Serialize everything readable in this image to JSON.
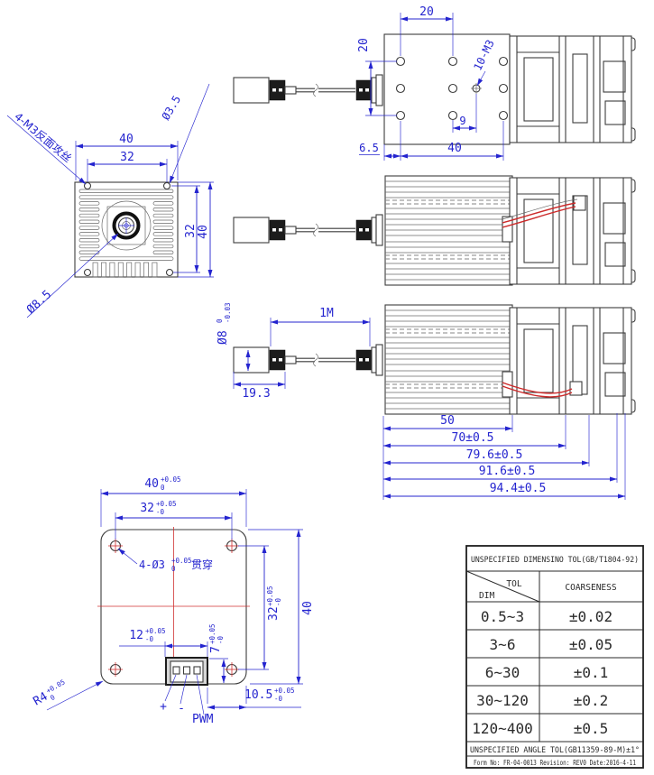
{
  "colors": {
    "dimension_blue": "#2424cf",
    "outline_gray": "#3c3c3c",
    "wire_red": "#cc2a2a"
  },
  "front_view": {
    "thread_note": "4-M3反面攻丝",
    "hole_dia": "Ø3.5",
    "lens_dia": "Ø8.5",
    "width_outer": "40",
    "width_inner": "32",
    "height_inner": "32",
    "height_outer": "40"
  },
  "top_view": {
    "hole_pitch_x": "20",
    "hole_pitch_y": "20",
    "thread_note": "10-M3",
    "m3_offset": "9",
    "edge_offset": "6.5",
    "hole_span": "40"
  },
  "side_view": {
    "plug_dia": "Ø8",
    "plug_dia_sup": "0",
    "plug_dia_sub": "-0.03",
    "cable_length": "1M",
    "plug_length": "19.3",
    "chain": [
      "50",
      "70±0.5",
      "79.6±0.5",
      "91.6±0.5",
      "94.4±0.5"
    ]
  },
  "pcb_view": {
    "board_width": {
      "v": "40",
      "sup": "+0.05",
      "sub": "0"
    },
    "hole_pitch_x": {
      "v": "32",
      "sup": "+0.05",
      "sub": "-0"
    },
    "hole_note": {
      "v": "4-Ø3",
      "sup": "+0.05",
      "sub": "0",
      "suffix": "贯穿"
    },
    "hole_pitch_y": {
      "v": "32",
      "sup": "+0.05",
      "sub": "-0"
    },
    "board_height": "40",
    "conn_width": {
      "v": "12",
      "sup": "+0.05",
      "sub": "-0"
    },
    "conn_height": {
      "v": "7",
      "sup": "+0.05",
      "sub": "-0"
    },
    "conn_offset": {
      "v": "10.5",
      "sup": "+0.05",
      "sub": "-0"
    },
    "corner_radius": {
      "v": "R4",
      "sup": "+0.05",
      "sub": "0"
    },
    "pin_plus": "+",
    "pin_minus": "-",
    "pin_pwm": "PWM"
  },
  "tol_table": {
    "title": "UNSPECIFIED DIMENSINO TOL(GB/T1804-92)",
    "header_tol": "TOL",
    "header_dim": "DIM",
    "header_coarseness": "COARSENESS",
    "rows": [
      {
        "dim": "0.5~3",
        "tol": "±0.02"
      },
      {
        "dim": "3~6",
        "tol": "±0.05"
      },
      {
        "dim": "6~30",
        "tol": "±0.1"
      },
      {
        "dim": "30~120",
        "tol": "±0.2"
      },
      {
        "dim": "120~400",
        "tol": "±0.5"
      }
    ],
    "angle_note": "UNSPECIFIED ANGLE TOL(GB11359-89-M)±1°",
    "form_line": "Form No: FR-04-0013 Revision: REV0  Date:2016-4-11"
  }
}
